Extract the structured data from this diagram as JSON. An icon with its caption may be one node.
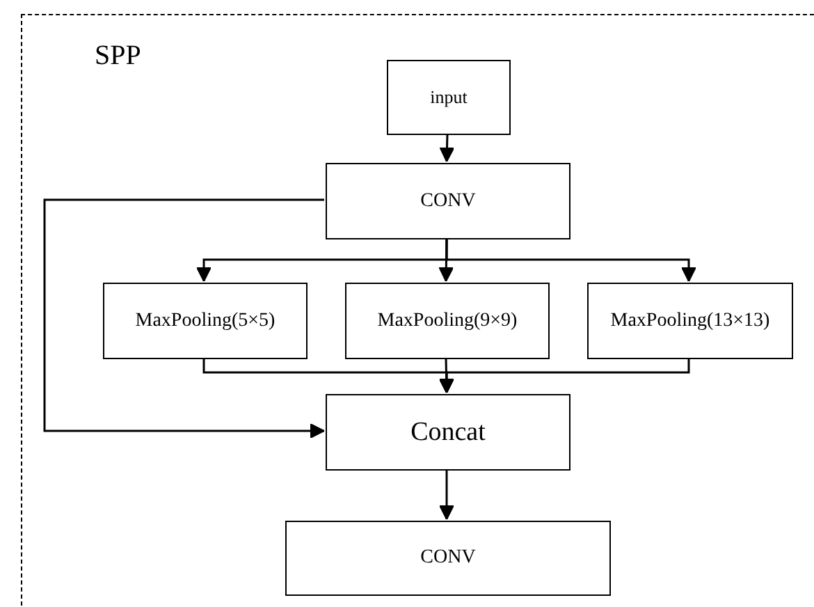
{
  "diagram": {
    "nodes": [
      {
        "text": [
          "SPP"
        ]
      },
      {
        "text": [
          "input"
        ],
        "in": 0
      },
      {
        "text": [
          "CONV"
        ],
        "in": 0
      },
      {
        "text": [
          "MaxPooling(5×5)"
        ],
        "in": 0
      },
      {
        "text": [
          "MaxPooling(9×9)"
        ],
        "in": 0
      },
      {
        "text": [
          "MaxPooling(13×13)"
        ],
        "in": 0
      },
      {
        "text": [
          "Concat"
        ],
        "in": 0
      },
      {
        "text": [
          "CONV"
        ],
        "in": 0
      }
    ],
    "edges": [
      {
        "from": 1,
        "to": 2,
        "arrow": "to"
      },
      {
        "from": 2,
        "to": 3,
        "arrow": "to"
      },
      {
        "from": 2,
        "to": 4,
        "arrow": "to"
      },
      {
        "from": 2,
        "to": 5,
        "arrow": "to"
      },
      {
        "from": 3,
        "to": 6,
        "arrow": "to"
      },
      {
        "from": 4,
        "to": 6,
        "arrow": "to"
      },
      {
        "from": 5,
        "to": 6,
        "arrow": "to"
      },
      {
        "from": 2,
        "to": 6,
        "arrow": "to"
      },
      {
        "from": 6,
        "to": 7,
        "arrow": "to"
      }
    ]
  }
}
